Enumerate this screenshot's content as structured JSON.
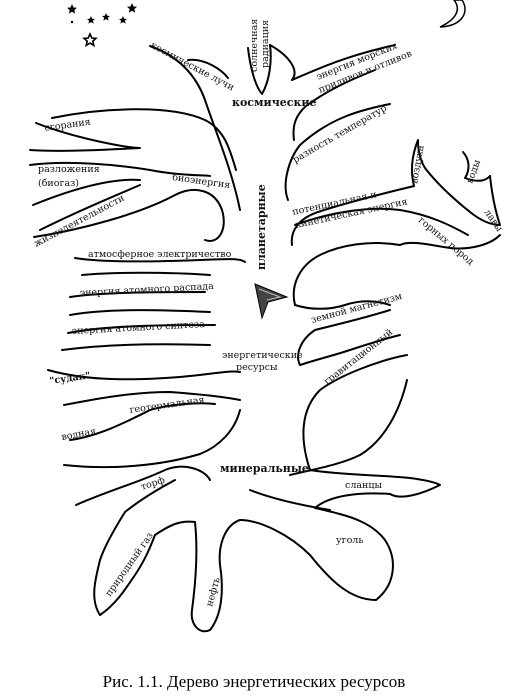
{
  "caption": "Рис. 1.1. Дерево энергетических ресурсов",
  "labels": {
    "solar": "солнечная",
    "solar2": "радиация",
    "cosmic_rays": "космические лучи",
    "cosmic": "космические",
    "tides": "энергия морских",
    "tides2": "приливов и отливов",
    "combustion": "сгорания",
    "temp_diff": "разность температур",
    "air": "воздуха",
    "waters": "воды",
    "decomposition": "разложения",
    "biogas": "(биогаз)",
    "bioenergy": "биоэнергия",
    "vital": "жизнедеятельности",
    "lava": "лавы",
    "potential": "потенциальная и",
    "kinetic": "кинетическая энергия",
    "rocks": "горных пород",
    "planetary": "планетарные",
    "atmo_electricity": "атмосферное электричество",
    "atomic_decay": "энергия атомного распада",
    "magnetism": "земной магнетизм",
    "atomic_synthesis": "энергия атомного синтеза",
    "energy_resources": "энергетические",
    "energy_resources2": "ресурсы",
    "gravitational": "гравитационный",
    "sudak": "\"судак\"",
    "geothermal": "геотермальная",
    "water": "водная",
    "mineral": "минеральные",
    "peat": "торф",
    "shale": "сланцы",
    "natural_gas": "природный газ",
    "coal": "уголь",
    "oil": "нефть"
  },
  "colors": {
    "ink": "#000000",
    "background": "#ffffff"
  },
  "icons": [
    "star-icon",
    "moon-icon",
    "arrow-cursor-icon"
  ]
}
